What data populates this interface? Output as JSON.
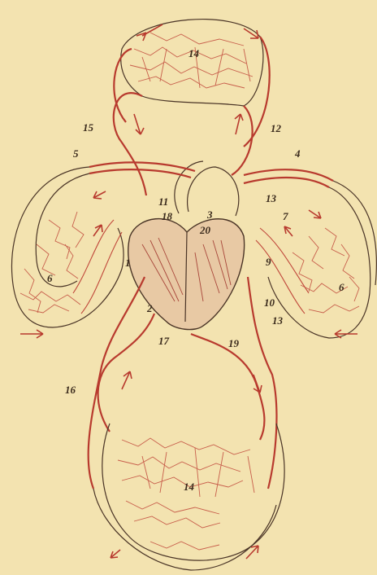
{
  "figure": {
    "colors": {
      "background": "#f3e3b0",
      "vessel": "#b83a2e",
      "ink": "#3a2a1c"
    },
    "labels": [
      {
        "id": "l14top",
        "text": "14"
      },
      {
        "id": "l15",
        "text": "15"
      },
      {
        "id": "l12",
        "text": "12"
      },
      {
        "id": "l5",
        "text": "5"
      },
      {
        "id": "l4",
        "text": "4"
      },
      {
        "id": "l11",
        "text": "11"
      },
      {
        "id": "l18",
        "text": "18"
      },
      {
        "id": "l3",
        "text": "3"
      },
      {
        "id": "l20",
        "text": "20"
      },
      {
        "id": "l13a",
        "text": "13"
      },
      {
        "id": "l7",
        "text": "7"
      },
      {
        "id": "l6left",
        "text": "6"
      },
      {
        "id": "l1",
        "text": "1"
      },
      {
        "id": "l9",
        "text": "9"
      },
      {
        "id": "l6right",
        "text": "6"
      },
      {
        "id": "l2",
        "text": "2"
      },
      {
        "id": "l10",
        "text": "10"
      },
      {
        "id": "l13b",
        "text": "13"
      },
      {
        "id": "l17",
        "text": "17"
      },
      {
        "id": "l19",
        "text": "19"
      },
      {
        "id": "l16",
        "text": "16"
      },
      {
        "id": "l14bottom",
        "text": "14"
      }
    ]
  }
}
